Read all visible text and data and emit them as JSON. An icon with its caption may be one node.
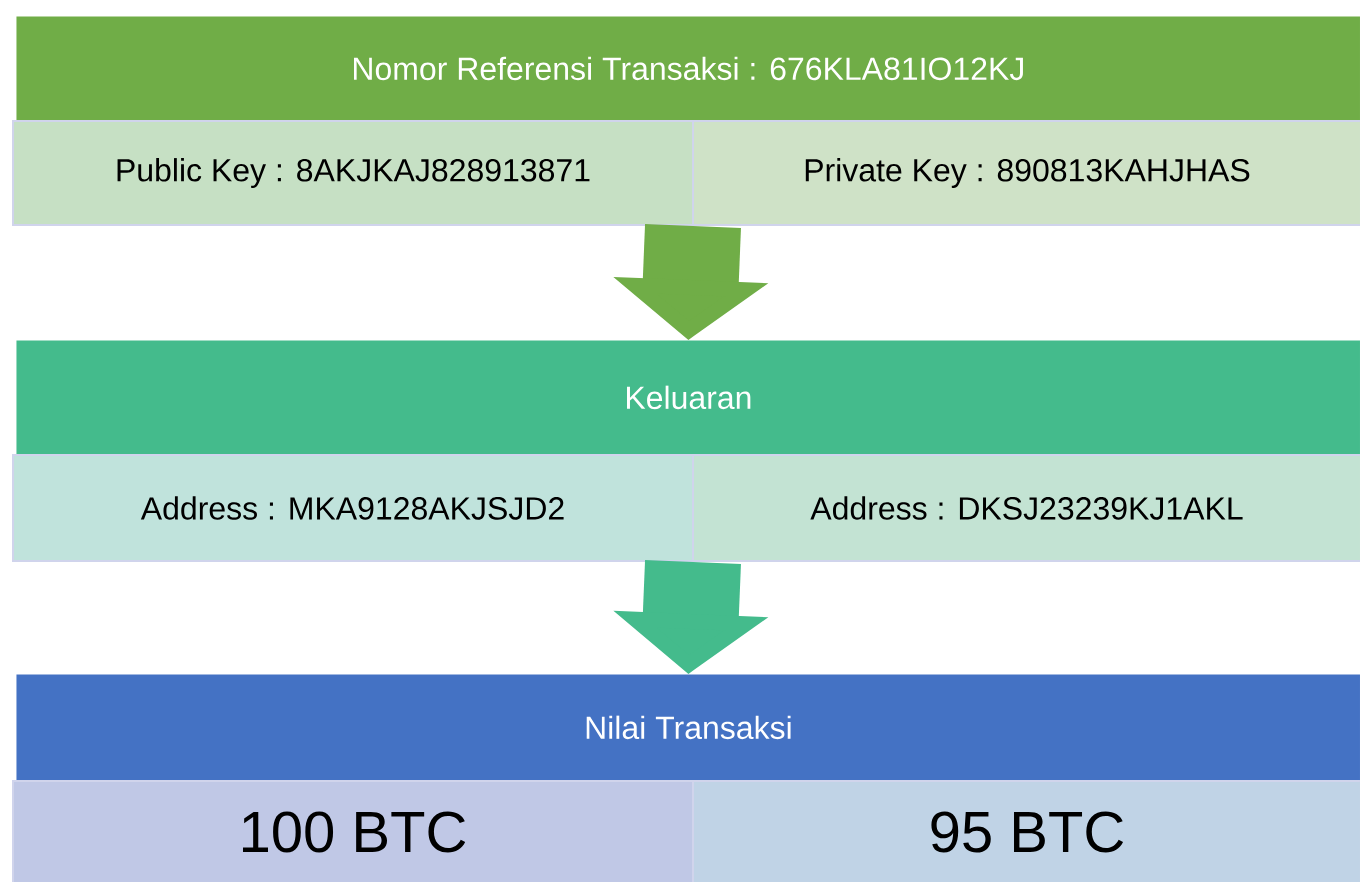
{
  "diagram": {
    "nodes": [
      {
        "text": [
          "Nomor Referensi Transaksi : 676KLA81IO12KJ"
        ]
      },
      {
        "text": [
          "Public Key : 8AKJKAJ828913871"
        ]
      },
      {
        "text": [
          "Private Key : 890813KAHJHAS"
        ]
      },
      {
        "text": [
          "Keluaran"
        ]
      },
      {
        "text": [
          "Address : MKA9128AKJSJD2"
        ]
      },
      {
        "text": [
          "Address : DKSJ23239KJ1AKL"
        ]
      },
      {
        "text": [
          "Nilai Transaksi"
        ]
      },
      {
        "text": [
          "100 BTC"
        ]
      },
      {
        "text": [
          "95 BTC"
        ]
      }
    ],
    "edges": [
      {
        "from": 1,
        "to": 3,
        "arrow": "to",
        "color": "#70ad47"
      },
      {
        "from": 2,
        "to": 3,
        "arrow": "to",
        "color": "#70ad47"
      },
      {
        "from": 4,
        "to": 6,
        "arrow": "to",
        "color": "#44bb8c"
      },
      {
        "from": 5,
        "to": 6,
        "arrow": "to",
        "color": "#44bb8c"
      }
    ]
  }
}
